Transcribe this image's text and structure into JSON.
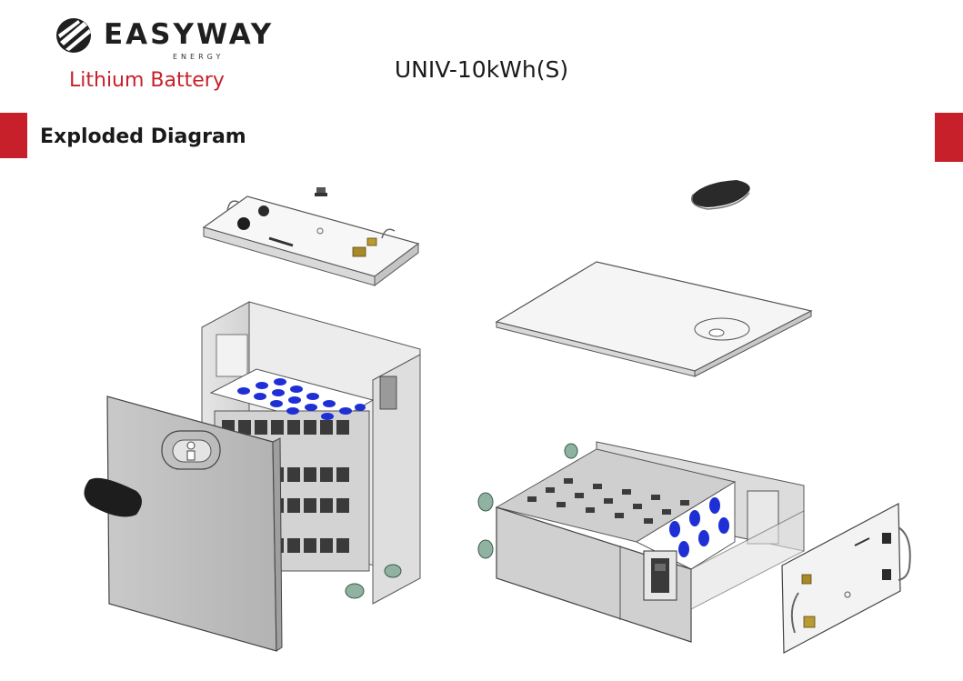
{
  "brand": {
    "name": "EASYWAY",
    "sub": "ENERGY",
    "tagline": "Lithium Battery",
    "accent_color": "#c8202a"
  },
  "header": {
    "model": "UNIV-10kWh(S)"
  },
  "section": {
    "title": "Exploded Diagram"
  },
  "icons": [
    "logo-mark-icon"
  ]
}
